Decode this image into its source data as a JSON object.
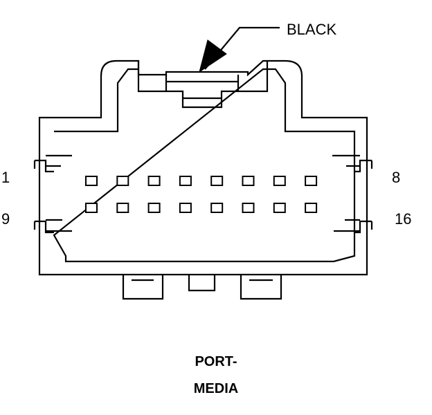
{
  "wire_color": {
    "label": "BLACK"
  },
  "pin_labels": {
    "top_left": "1",
    "top_right": "8",
    "bottom_left": "9",
    "bottom_right": "16"
  },
  "pins": {
    "rows": 2,
    "per_row": 8
  },
  "caption": {
    "line1": "PORT-",
    "line2": "MEDIA"
  },
  "colors": {
    "line": "#000000",
    "background": "#ffffff"
  }
}
